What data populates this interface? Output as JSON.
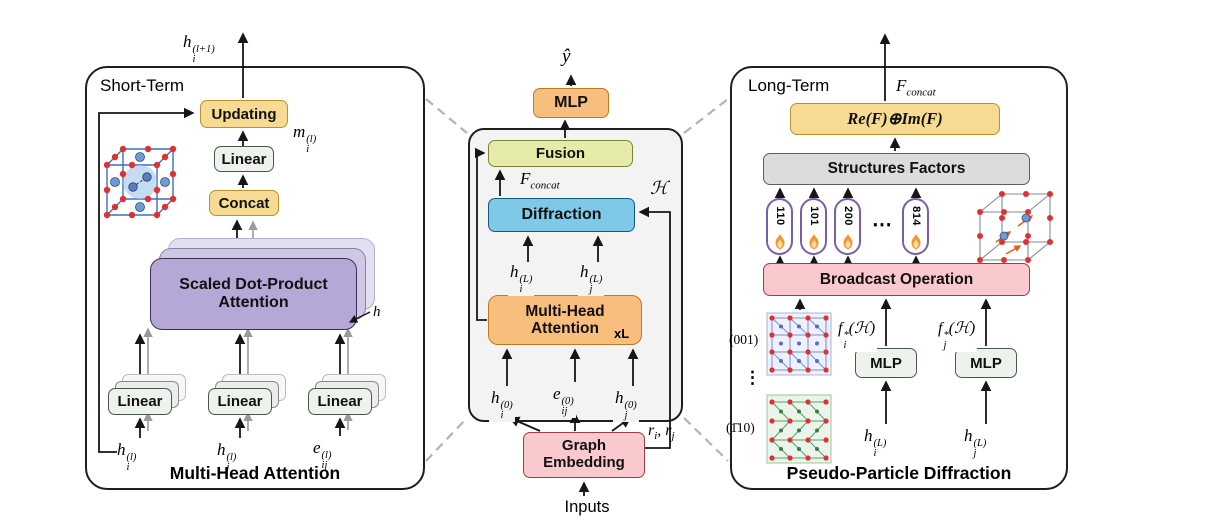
{
  "colors": {
    "yellow_box": "#F7DB92",
    "orange_box": "#F8BE7E",
    "purple_box": "#B5A7D6",
    "blue_box": "#7EC9E8",
    "pink_box": "#F9C9CD",
    "olive_box": "#E7EBA9",
    "gray_box": "#DCDCDC",
    "sage_box": "#EDF2ED",
    "capsule_outline": "#7A5EA8",
    "flame_orange": "#F59731",
    "dashed_connector": "#B3B3B3"
  },
  "left_panel": {
    "title": "Short-Term",
    "caption": "Multi-Head Attention",
    "output_h": {
      "b": "h",
      "sub": "i",
      "sup": "(l+1)"
    },
    "updating": "Updating",
    "m_msg": {
      "b": "m",
      "sub": "i",
      "sup": "(l)"
    },
    "linear_top": "Linear",
    "concat": "Concat",
    "sdpa_line1": "Scaled Dot-Product",
    "sdpa_line2": "Attention",
    "heads": "h",
    "linear_q": "Linear",
    "linear_k": "Linear",
    "linear_v": "Linear",
    "in_hi": {
      "b": "h",
      "sub": "i",
      "sup": "(l)"
    },
    "in_hj": {
      "b": "h",
      "sub": "j",
      "sup": "(l)"
    },
    "in_eij": {
      "b": "e",
      "sub": "ij",
      "sup": "(l)"
    }
  },
  "center": {
    "y_hat": "ŷ",
    "mlp": "MLP",
    "fusion": "Fusion",
    "f_concat": {
      "b": "F",
      "sub": "concat"
    },
    "diffraction": "Diffraction",
    "hkl_set": "ℋ",
    "hi_L": {
      "b": "h",
      "sub": "i",
      "sup": "(L)"
    },
    "hj_L": {
      "b": "h",
      "sub": "j",
      "sup": "(L)"
    },
    "mha_line1": "Multi-Head",
    "mha_line2": "Attention",
    "xl": "xL",
    "hi_0": {
      "b": "h",
      "sub": "i",
      "sup": "(0)"
    },
    "eij_0": {
      "b": "e",
      "sub": "ij",
      "sup": "(0)"
    },
    "hj_0": {
      "b": "h",
      "sub": "j",
      "sup": "(0)"
    },
    "graph_line1": "Graph",
    "graph_line2": "Embedding",
    "r_pair": {
      "b1": "r",
      "sub1": "i",
      "sep": ", ",
      "b2": "r",
      "sub2": "j"
    },
    "inputs": "Inputs"
  },
  "right_panel": {
    "title": "Long-Term",
    "caption": "Pseudo-Particle Diffraction",
    "f_concat": {
      "b": "F",
      "sub": "concat"
    },
    "re_im": "Re(F)⊕Im(F)",
    "structure_factors": "Structures Factors",
    "capsules": [
      "110",
      "101",
      "200",
      "814"
    ],
    "capsule_ellipsis": "⋯",
    "broadcast": "Broadcast Operation",
    "miller_top": "(001)",
    "miller_ellipsis": "⋮",
    "miller_bottom": "(1̄10)",
    "fi": {
      "b": "f",
      "sub": "i",
      "sup": "*",
      "post": "(ℋ)"
    },
    "fj": {
      "b": "f",
      "sub": "j",
      "sup": "*",
      "post": "(ℋ)"
    },
    "mlp_i": "MLP",
    "mlp_j": "MLP",
    "hi_L": {
      "b": "h",
      "sub": "i",
      "sup": "(L)"
    },
    "hj_L": {
      "b": "h",
      "sub": "j",
      "sup": "(L)"
    }
  }
}
